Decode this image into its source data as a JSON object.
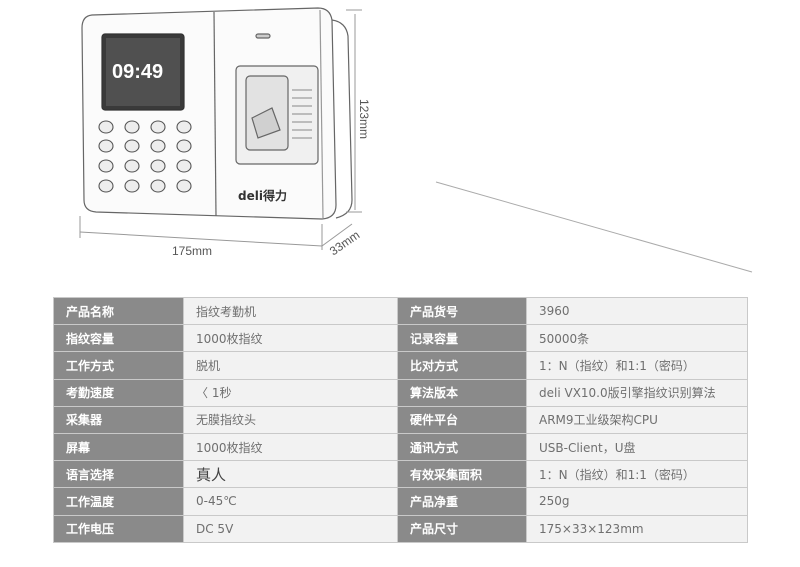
{
  "drawing": {
    "screen_time": "09:49",
    "brand_logo": "deli得力",
    "dim_width": "175mm",
    "dim_depth": "33mm",
    "dim_height": "123mm"
  },
  "specs": [
    {
      "label": "产品名称",
      "value": "指纹考勤机",
      "label2": "产品货号",
      "value2": "3960"
    },
    {
      "label": "指纹容量",
      "value": "1000枚指纹",
      "label2": "记录容量",
      "value2": "50000条"
    },
    {
      "label": "工作方式",
      "value": "脱机",
      "label2": "比对方式",
      "value2": "1：N（指纹）和1:1（密码）"
    },
    {
      "label": "考勤速度",
      "value": "〈 1秒",
      "label2": "算法版本",
      "value2": "deli VX10.0版引擎指纹识别算法"
    },
    {
      "label": "采集器",
      "value": "无膜指纹头",
      "label2": "硬件平台",
      "value2": "ARM9工业级架构CPU"
    },
    {
      "label": "屏幕",
      "value": "1000枚指纹",
      "label2": "通讯方式",
      "value2": "USB-Client，U盘"
    },
    {
      "label": "语言选择",
      "value": "真人",
      "label2": "有效采集面积",
      "value2": "1：N（指纹）和1:1（密码）"
    },
    {
      "label": "工作温度",
      "value": "0-45℃",
      "label2": "产品净重",
      "value2": "250g"
    },
    {
      "label": "工作电压",
      "value": "DC 5V",
      "label2": "产品尺寸",
      "value2": "175×33×123mm"
    }
  ]
}
